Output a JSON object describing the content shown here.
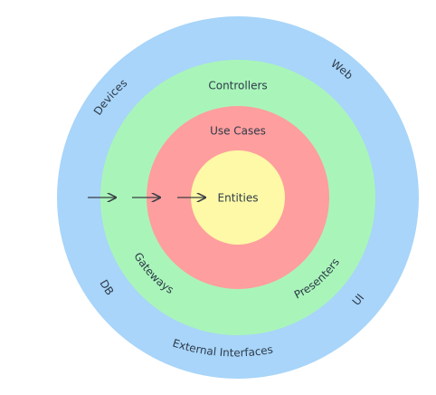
{
  "layers": {
    "outer": {
      "labels": {
        "devices": "Devices",
        "web": "Web",
        "db": "DB",
        "ui": "UI",
        "external_interfaces": "External Interfaces"
      },
      "color": "#a8d5f9"
    },
    "adapters": {
      "labels": {
        "controllers": "Controllers",
        "gateways": "Gateways",
        "presenters": "Presenters"
      },
      "color": "#a9f5b9"
    },
    "use_cases": {
      "labels": {
        "use_cases": "Use Cases"
      },
      "color": "#ff9e9e"
    },
    "entities": {
      "labels": {
        "entities": "Entities"
      },
      "color": "#fdf9a6"
    }
  },
  "arrow_color": "#3a3f46",
  "text_color": "#2e3a4a"
}
